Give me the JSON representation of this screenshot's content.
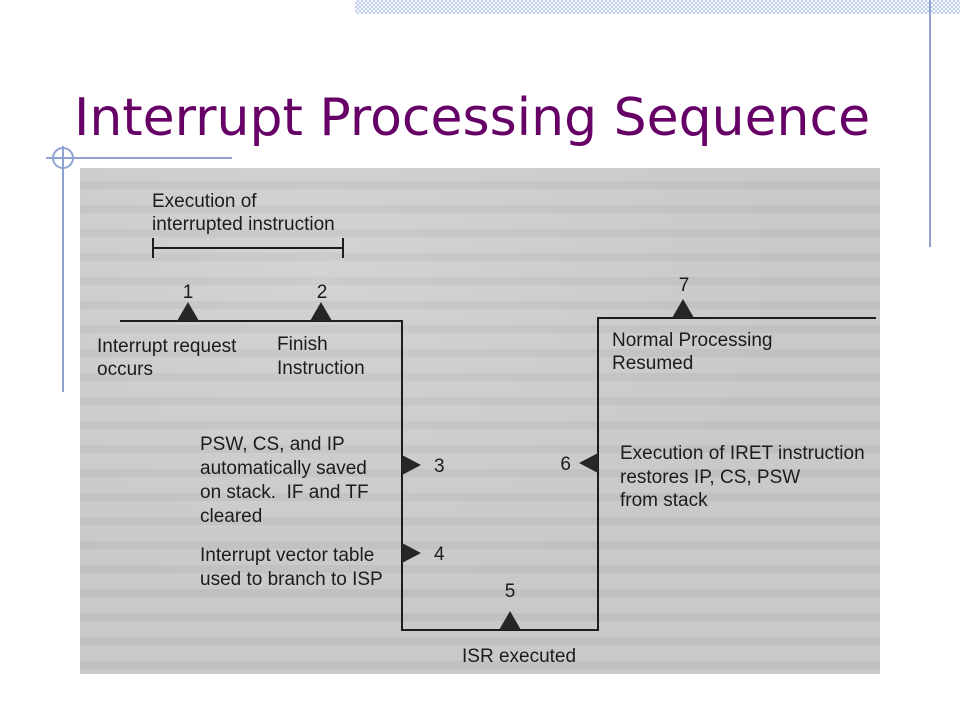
{
  "slide": {
    "title": "Interrupt Processing Sequence"
  },
  "diagram": {
    "interrupted_label": [
      "Execution of",
      "interrupted instruction"
    ],
    "steps": [
      {
        "number": "1",
        "label": [
          "Interrupt request",
          "occurs"
        ]
      },
      {
        "number": "2",
        "label": [
          "Finish",
          "Instruction"
        ]
      },
      {
        "number": "3",
        "label": [
          "PSW, CS, and IP",
          "automatically saved",
          "on stack.  IF and TF",
          "cleared"
        ]
      },
      {
        "number": "4",
        "label": [
          "Interrupt vector table",
          "used to branch to ISP"
        ]
      },
      {
        "number": "5",
        "label": [
          "ISR executed"
        ]
      },
      {
        "number": "6",
        "label": [
          "Execution of IRET instruction",
          "restores IP, CS, PSW",
          "from stack"
        ]
      },
      {
        "number": "7",
        "label": [
          "Normal Processing",
          "Resumed"
        ]
      }
    ]
  },
  "theme": {
    "title_color": "#660066",
    "accent_line_color": "#8fa3d2",
    "scan_background": "#c9c9c9",
    "diagram_ink": "#1c1c1c"
  }
}
